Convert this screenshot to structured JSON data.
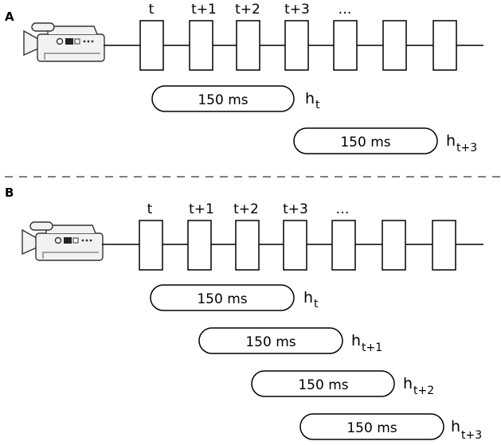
{
  "panels": [
    {
      "label": "A",
      "frame_labels": [
        "t",
        "t+1",
        "t+2",
        "t+3",
        "…"
      ],
      "windows": [
        {
          "duration": "150 ms",
          "h": "h",
          "sub": "t"
        },
        {
          "duration": "150 ms",
          "h": "h",
          "sub": "t+3"
        }
      ]
    },
    {
      "label": "B",
      "frame_labels": [
        "t",
        "t+1",
        "t+2",
        "t+3",
        "…"
      ],
      "windows": [
        {
          "duration": "150 ms",
          "h": "h",
          "sub": "t"
        },
        {
          "duration": "150 ms",
          "h": "h",
          "sub": "t+1"
        },
        {
          "duration": "150 ms",
          "h": "h",
          "sub": "t+2"
        },
        {
          "duration": "150 ms",
          "h": "h",
          "sub": "t+3"
        }
      ]
    }
  ]
}
